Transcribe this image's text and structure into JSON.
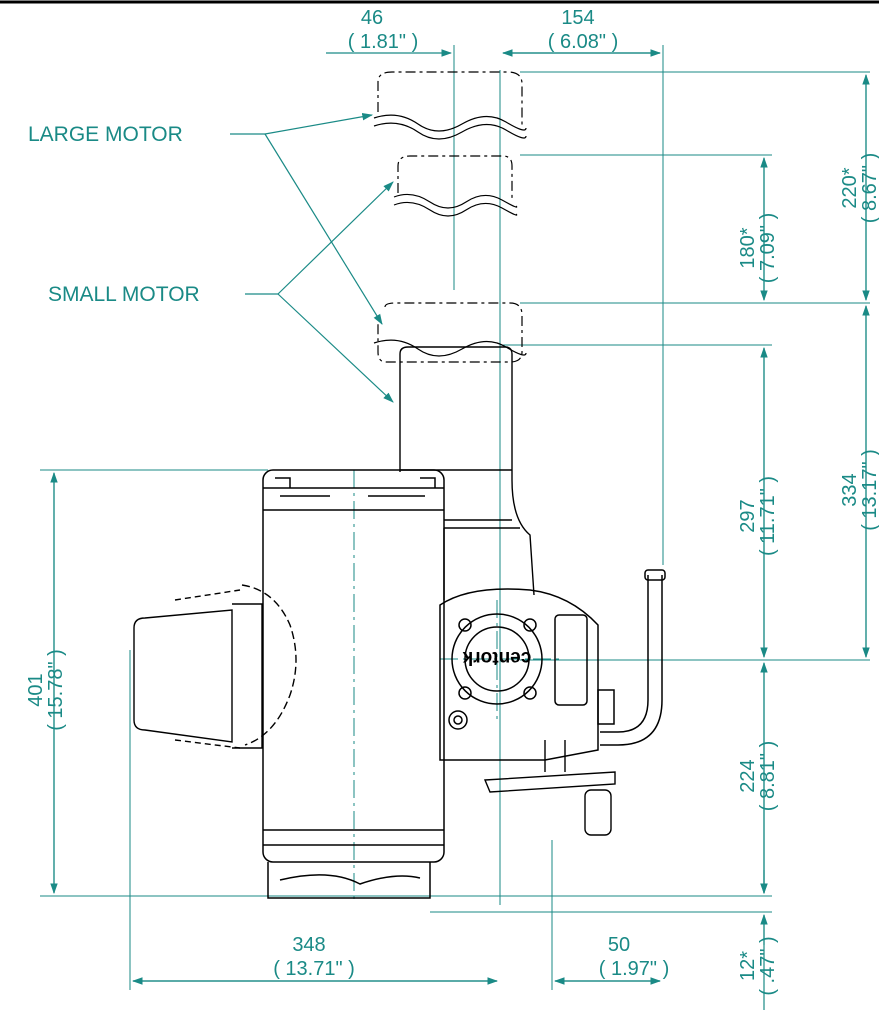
{
  "colors": {
    "annotation": "#1a8a86",
    "outline": "#000000",
    "background": "#ffffff"
  },
  "labels": {
    "large_motor": "LARGE MOTOR",
    "small_motor": "SMALL MOTOR",
    "brand": "centork"
  },
  "dimensions": {
    "d46": {
      "mm": "46",
      "in": "( 1.81\" )"
    },
    "d154": {
      "mm": "154",
      "in": "( 6.08\" )"
    },
    "d220": {
      "mm": "220*",
      "in": "( 8.67\" )"
    },
    "d180": {
      "mm": "180*",
      "in": "( 7.09\" )"
    },
    "d334": {
      "mm": "334",
      "in": "( 13.17\" )"
    },
    "d297": {
      "mm": "297",
      "in": "( 11.71\" )"
    },
    "d224": {
      "mm": "224",
      "in": "( 8.81\" )"
    },
    "d401": {
      "mm": "401",
      "in": "( 15.78\" )"
    },
    "d348": {
      "mm": "348",
      "in": "( 13.71\" )"
    },
    "d50": {
      "mm": "50",
      "in": "( 1.97\" )"
    },
    "d12": {
      "mm": "12*",
      "in": "( .47\" )"
    }
  }
}
